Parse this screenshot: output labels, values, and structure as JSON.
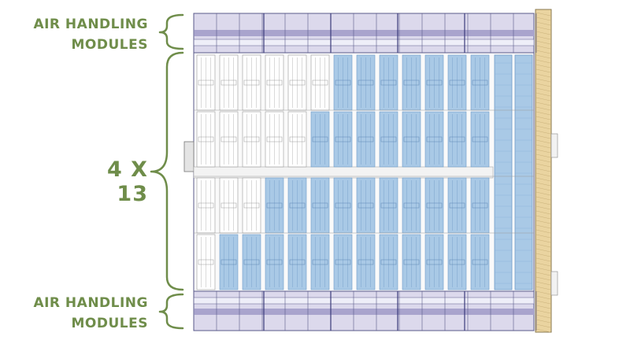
{
  "labels": {
    "top_line1": "AIR HANDLING",
    "top_line2": "MODULES",
    "count": "4 X 13",
    "bottom_line1": "AIR HANDLING",
    "bottom_line2": "MODULES"
  },
  "colors": {
    "label_green": "#6f8d4a",
    "module_band": "#dcd9ec",
    "module_stripe": "#a9a4cd",
    "plan_line": "#5a5a8a",
    "highlight_blue": "#a9c9e6",
    "highlight_edge": "#6e9bc8",
    "gallery_tan": "#ead4a0",
    "grid_gray": "#9a9a9a"
  },
  "icons": [
    "curly-brace-icon"
  ],
  "plan": {
    "bays_per_row": 15,
    "rows": 4,
    "highlight_start_col_by_row": [
      6,
      5,
      3,
      1
    ]
  }
}
